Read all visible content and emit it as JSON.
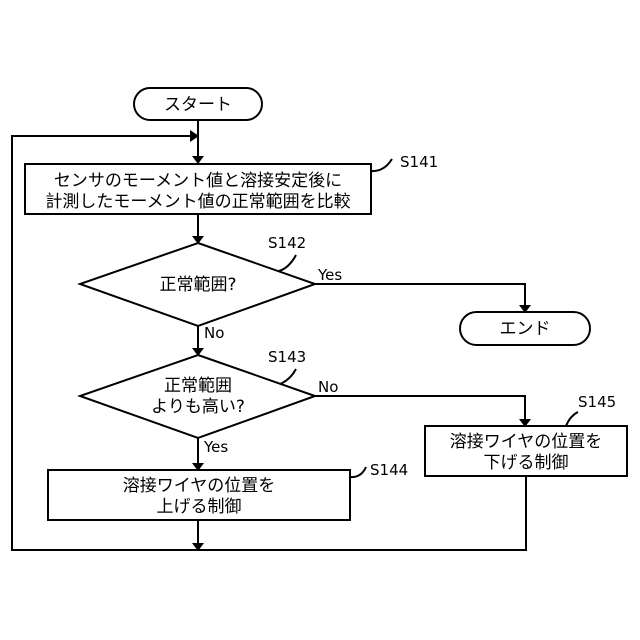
{
  "nodes": {
    "start": {
      "label": "スタート"
    },
    "compare": {
      "step": "S141",
      "lines": [
        "センサのモーメント値と溶接安定後に",
        "計測したモーメント値の正常範囲を比較"
      ]
    },
    "decision_normal": {
      "step": "S142",
      "lines": [
        "正常範囲?"
      ],
      "yes": "Yes",
      "no": "No"
    },
    "end": {
      "label": "エンド"
    },
    "decision_higher": {
      "step": "S143",
      "lines": [
        "正常範囲",
        "よりも高い?"
      ],
      "yes": "Yes",
      "no": "No"
    },
    "raise_wire": {
      "step": "S144",
      "lines": [
        "溶接ワイヤの位置を",
        "上げる制御"
      ]
    },
    "lower_wire": {
      "step": "S145",
      "lines": [
        "溶接ワイヤの位置を",
        "下げる制御"
      ]
    }
  }
}
